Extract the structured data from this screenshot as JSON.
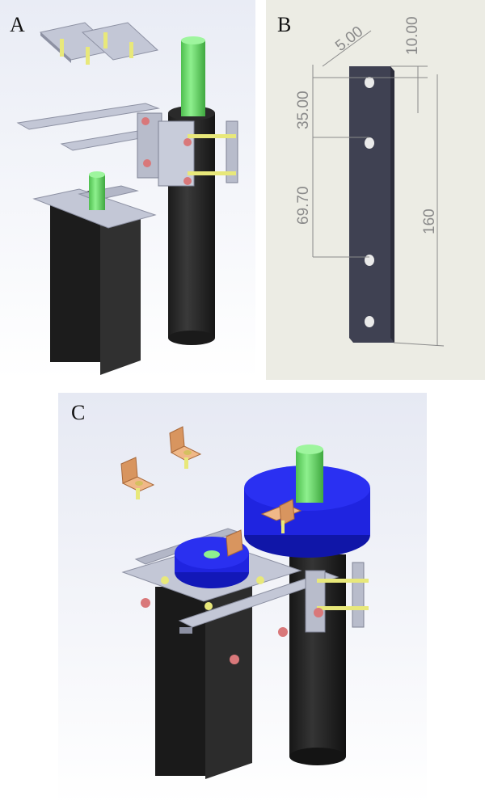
{
  "figure": {
    "panels": [
      {
        "label": "A"
      },
      {
        "label": "B"
      },
      {
        "label": "C"
      }
    ],
    "dimensions": {
      "hole_diameter": "5.00",
      "top_offset": "10.00",
      "first_spacing": "35.00",
      "second_spacing": "69.70",
      "overall_length": "160"
    },
    "colors": {
      "dark_body": "#2b2b2b",
      "steel": "#b8bccb",
      "green_shaft": "#6bd86b",
      "yellow_bolt": "#e8e87a",
      "red_nut": "#d9787a",
      "blue_disc": "#1f24e0",
      "copper_bracket": "#e2a070",
      "panel_b_bg": "#ececE4"
    }
  }
}
